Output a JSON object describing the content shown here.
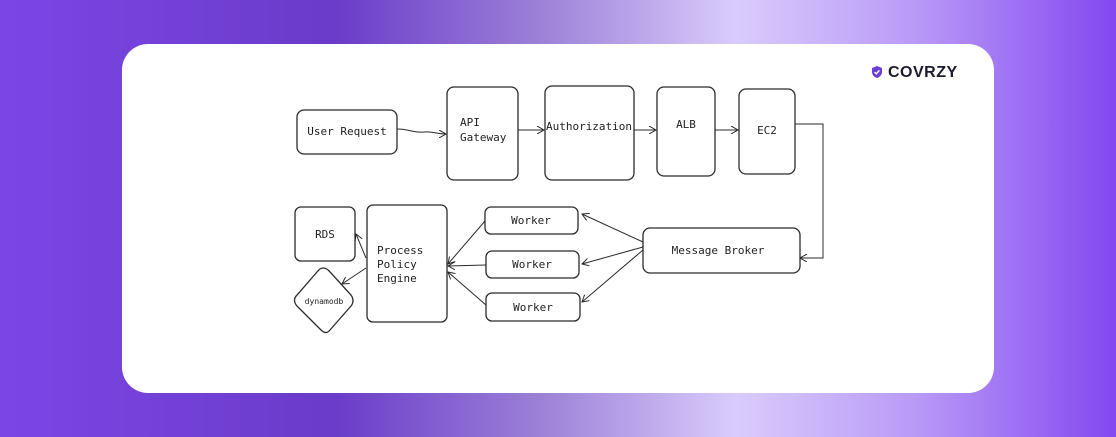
{
  "brand": {
    "name": "COVRZY",
    "icon": "shield-check-icon",
    "color": "#6b3fd6"
  },
  "colors": {
    "accent": "#7b45e6",
    "stroke": "#2b2b2b",
    "card": "#ffffff"
  },
  "diagram": {
    "nodes": {
      "user_request": "User Request",
      "api_gateway": [
        "API",
        "Gateway"
      ],
      "authorization": "Authorization",
      "alb": "ALB",
      "ec2": "EC2",
      "message_broker": "Message Broker",
      "worker_1": "Worker",
      "worker_2": "Worker",
      "worker_3": "Worker",
      "process_engine": [
        "Process",
        "Policy",
        "Engine"
      ],
      "rds": "RDS",
      "dynamodb": "dynamodb"
    }
  }
}
